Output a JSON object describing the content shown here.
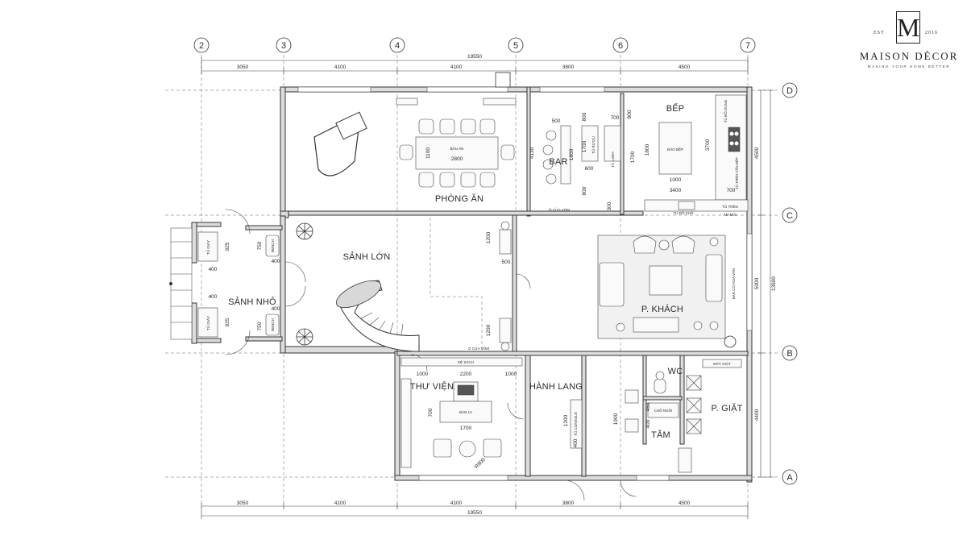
{
  "grid": {
    "columns": [
      "2",
      "3",
      "4",
      "5",
      "6",
      "7"
    ],
    "rows": [
      "D",
      "C",
      "B",
      "A"
    ]
  },
  "dimensions": {
    "top_total": "19550",
    "top_segments": [
      "3050",
      "4100",
      "4100",
      "3800",
      "4500"
    ],
    "bottom_total": "19550",
    "bottom_segments": [
      "3050",
      "4100",
      "4100",
      "3800",
      "4500"
    ],
    "right_segments": [
      "4500",
      "5000",
      "4400"
    ],
    "right_total": "13900"
  },
  "rooms": {
    "phong_an": "PHÒNG ĂN",
    "bar": "BAR",
    "bep": "BẾP",
    "sanh_lon": "SẢNH LỚN",
    "sanh_nho": "SẢNH NHỎ",
    "p_khach": "P. KHÁCH",
    "thu_vien": "THƯ VIỆN",
    "hanh_lang": "HÀNH LANG",
    "wc": "WC",
    "p_giat": "P. GIẶT",
    "tam": "TẮM"
  },
  "furniture_labels": {
    "ban_an": "BÀN ĂN",
    "dao_bep": "ĐẢO BẾP",
    "tu_ruou": "TỦ RƯỢU",
    "tu_lanh": "TỦ LẠNH",
    "tu_do_kho": "TỦ ĐỒ KHÔ",
    "tu_tren_tan_bep": "TỦ TRÊN TẦN BẾP",
    "tu_tren": "TỦ TRÊN",
    "am_moi": "ÂM MỞI",
    "o_cua_vom_top": "Ô CỬA VÒM",
    "o_cua_vom_bottom": "Ô CỬA VÒM",
    "ke_sach": "KỆ SÁCH",
    "ban_lv": "BÀN LV",
    "tu_console": "TỦ CONSOLE",
    "cho_ngoi": "CHỖ NGỒI",
    "may_giat": "MÁY GIẶT",
    "tu_giay_1": "TỦ GIÀY",
    "tu_giay_2": "TỦ GIÀY",
    "bench_1": "BENCH",
    "bench_2": "BENCH",
    "ban_co_hoa_van": "BÀN CÓ HOA VĂN",
    "tu_do_dung": "TỦ ĐỒ DÙNG"
  },
  "interior_dims": {
    "ban_an_w": "2800",
    "ban_an_h": "1100",
    "bar_500": "500",
    "bar_1800": "1800",
    "bar_600": "600",
    "bar_800a": "800",
    "bar_800b": "800",
    "bar_4130": "4130",
    "bep_700": "700",
    "bep_800": "800",
    "bep_1700a": "1700",
    "bep_1700b": "1700",
    "bep_1800": "1800",
    "bep_1000": "1000",
    "bep_3400": "3400",
    "bep_3700": "3700",
    "bep_700b": "700",
    "bep_300": "300",
    "sanh_1200a": "1200",
    "sanh_500": "500",
    "sanh_1200b": "1200",
    "nho_925a": "925",
    "nho_400a": "400",
    "nho_750a": "750",
    "nho_400b": "400",
    "nho_925b": "925",
    "nho_400c": "400",
    "nho_750b": "750",
    "nho_400d": "400",
    "tv_1000a": "1000",
    "tv_2200": "2200",
    "tv_1000b": "1000",
    "tv_700": "700",
    "tv_1700": "1700",
    "tv_r": "R800",
    "hl_1200": "1200",
    "hl_400": "400",
    "tam_1900": "1900",
    "tam_450": "450",
    "tam_400": "400",
    "kh_5000": "5000"
  },
  "brand": {
    "monogram": "M",
    "est": "EST",
    "year": "2016",
    "name": "MAISON DÉCOR",
    "tagline": "MAKING YOUR HOME BETTER"
  }
}
